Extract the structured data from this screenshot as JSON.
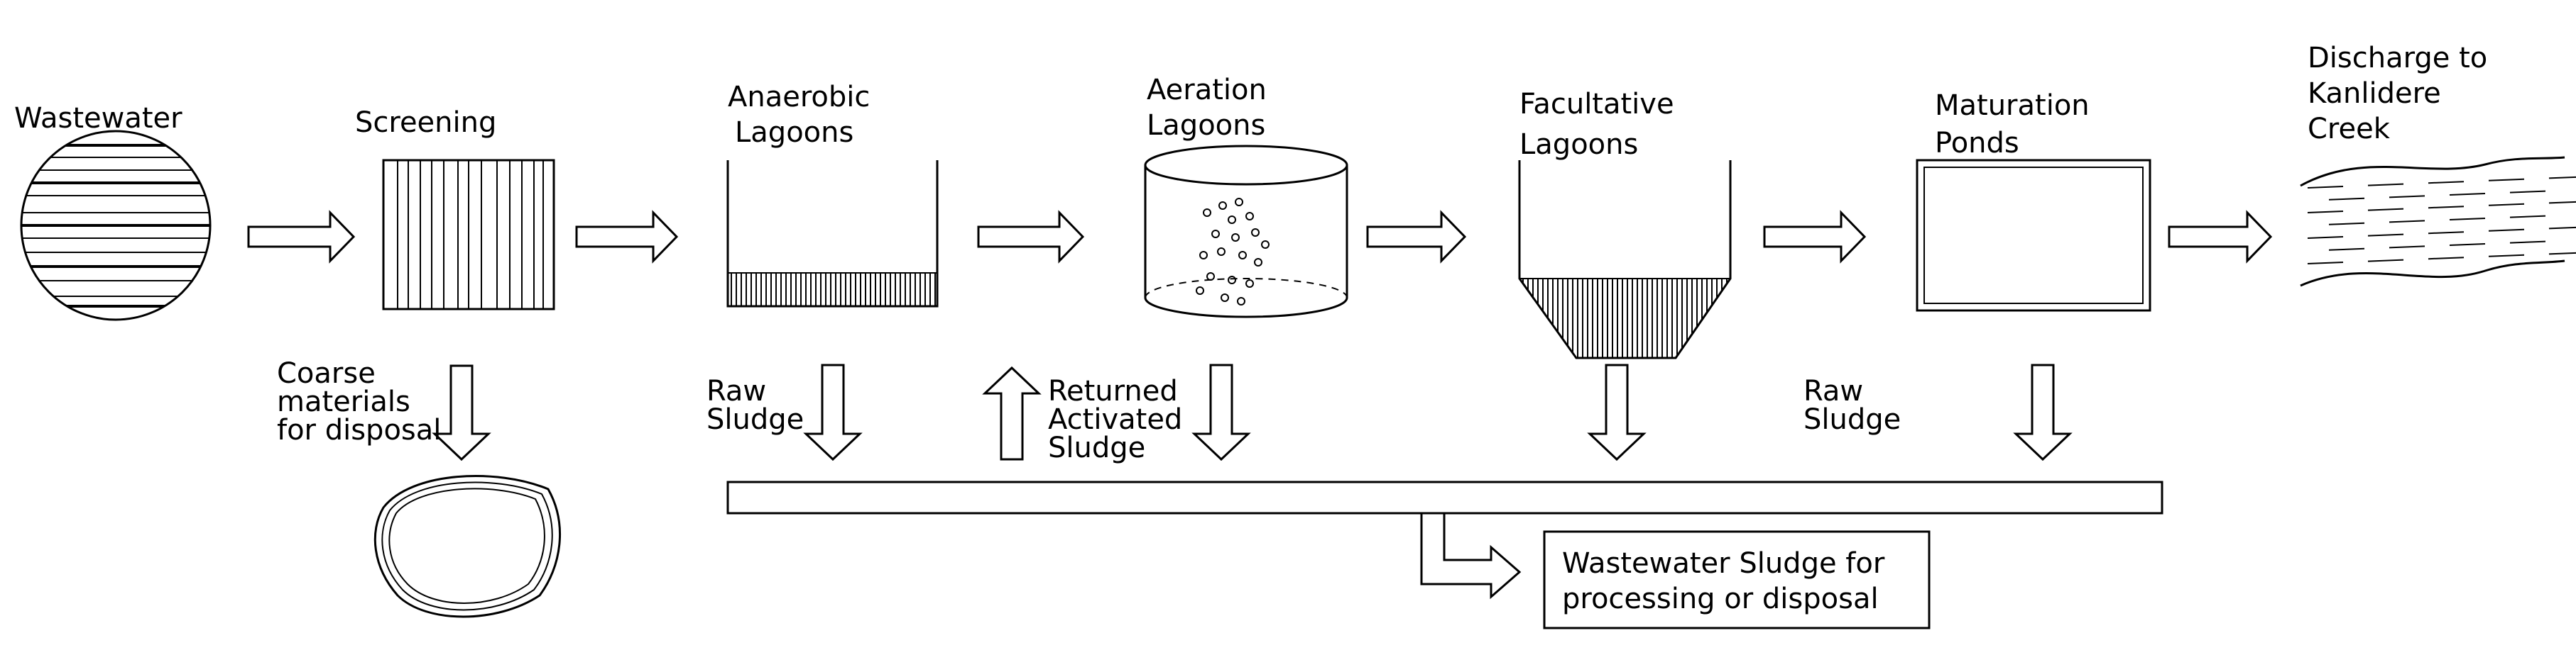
{
  "labels": {
    "wastewater": "Wastewater",
    "screening": "Screening",
    "anaerobic_1": "Anaerobic",
    "anaerobic_2": "Lagoons",
    "aeration_1": "Aeration",
    "aeration_2": "Lagoons",
    "facultative_1": "Facultative",
    "facultative_2": "Lagoons",
    "maturation_1": "Maturation",
    "maturation_2": "Ponds",
    "discharge_1": "Discharge to",
    "discharge_2": "Kanlidere",
    "discharge_3": "Creek",
    "coarse_1": "Coarse",
    "coarse_2": "materials",
    "coarse_3": "for disposal",
    "raw_sludge_1a": "Raw",
    "raw_sludge_1b": "Sludge",
    "returned_1": "Returned",
    "returned_2": "Activated",
    "returned_3": "Sludge",
    "raw_sludge_2a": "Raw",
    "raw_sludge_2b": "Sludge",
    "output_1": "Wastewater Sludge for",
    "output_2": "processing or disposal"
  },
  "colors": {
    "line": "#000000",
    "background": "#ffffff"
  }
}
